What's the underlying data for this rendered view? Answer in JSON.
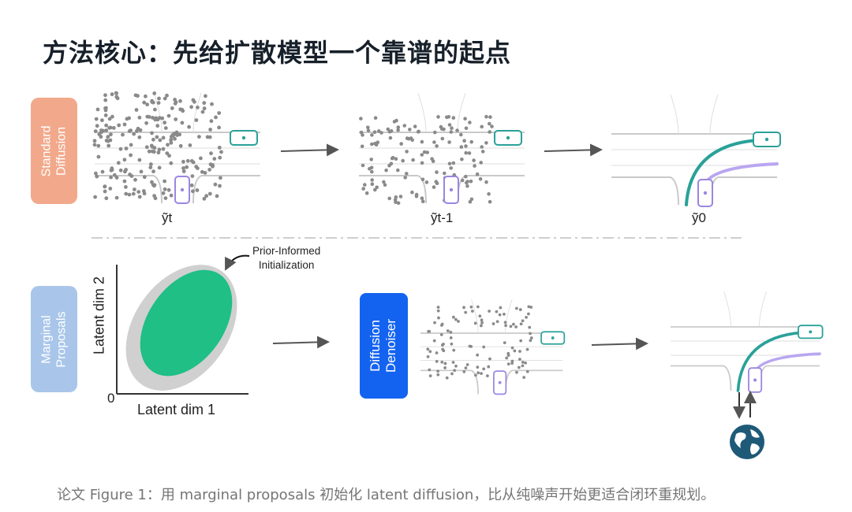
{
  "title": "方法核心：先给扩散模型一个靠谱的起点",
  "rows": {
    "standard_label": "Standard\nDiffusion",
    "marginal_label": "Marginal\nProposals"
  },
  "panels": {
    "yt_label": "ỹt",
    "yt1_label": "ỹt-1",
    "y0_label": "ỹ0"
  },
  "latent_plot": {
    "y_axis_label": "Latent dim 2",
    "x_axis_label": "Latent dim 1",
    "origin_label": "0",
    "annotation": "Prior-Informed\nInitialization",
    "colors": {
      "outer": "#d0d0d0",
      "inner": "#1fbf86"
    }
  },
  "denoiser_label": "Diffusion\nDenoiser",
  "caption": "论文 Figure 1：用 marginal proposals 初始化 latent diffusion，比从纯噪声开始更适合闭环重规划。",
  "colors": {
    "ego_teal": "#2aa198",
    "agent_purple": "#9b86e0",
    "dots": "#808080",
    "road": "#c9c9c9"
  }
}
